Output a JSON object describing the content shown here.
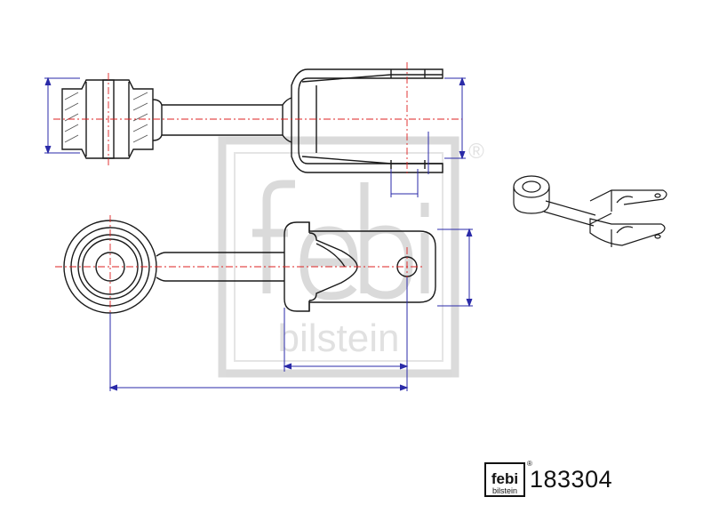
{
  "watermark": {
    "brand_text": "febi",
    "sub_text": "bilstein",
    "registered_mark": "®"
  },
  "footer_logo": {
    "brand_text": "febi",
    "sub_text": "bilstein",
    "registered_mark": "®"
  },
  "part_number": "183304",
  "colors": {
    "outline": "#1a1a1a",
    "dimension": "#2a2aa8",
    "center_line": "#d22",
    "watermark": "#c8c8c8"
  }
}
